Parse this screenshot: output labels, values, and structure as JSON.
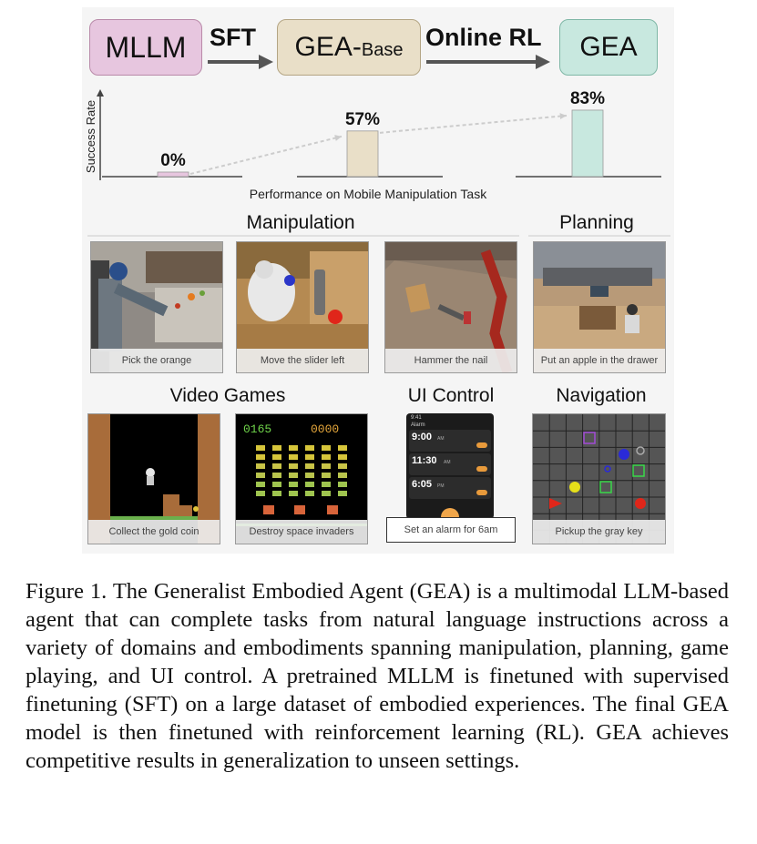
{
  "pipeline": {
    "stages": [
      "MLLM",
      "GEA-",
      "Base",
      "GEA"
    ],
    "arrows": [
      "SFT",
      "Online RL"
    ],
    "colors": {
      "mllm": "#e7c6df",
      "base": "#e9dfc8",
      "gea": "#c8e8df"
    }
  },
  "chart_data": {
    "type": "bar",
    "categories": [
      "MLLM",
      "GEA-Base",
      "GEA"
    ],
    "values": [
      0,
      57,
      83
    ],
    "value_labels": [
      "0%",
      "57%",
      "83%"
    ],
    "ylabel": "Success Rate",
    "xlabel": "Performance on Mobile Manipulation Task",
    "ylim": [
      0,
      100
    ],
    "colors": [
      "#e7c6df",
      "#e9dfc8",
      "#c8e8df"
    ]
  },
  "sections": {
    "manipulation": "Manipulation",
    "planning": "Planning",
    "video_games": "Video Games",
    "ui_control": "UI Control",
    "navigation": "Navigation"
  },
  "tiles": {
    "pick_orange": "Pick the orange",
    "move_slider": "Move the slider left",
    "hammer_nail": "Hammer the nail",
    "apple_drawer": "Put an apple in the drawer",
    "gold_coin": "Collect the gold coin",
    "space_invaders": "Destroy space invaders",
    "alarm": "Set an alarm for 6am",
    "gray_key": "Pickup the gray key"
  },
  "phone": {
    "status": "9:41",
    "title": "Alarm",
    "alarms": [
      {
        "time": "9:00",
        "suffix": "AM"
      },
      {
        "time": "11:30",
        "suffix": "AM"
      },
      {
        "time": "6:05",
        "suffix": "PM"
      }
    ]
  },
  "game": {
    "score": "0165",
    "hiscore": "0000"
  },
  "caption": "Figure 1. The Generalist Embodied Agent (GEA) is a multimodal LLM-based agent that can complete tasks from natural language instructions across a variety of domains and embodiments spanning manipulation, planning, game playing, and UI control. A pretrained MLLM is finetuned with supervised finetuning (SFT) on a large dataset of embodied experiences. The final GEA model is then finetuned with reinforcement learning (RL). GEA achieves competitive results in generalization to unseen settings."
}
